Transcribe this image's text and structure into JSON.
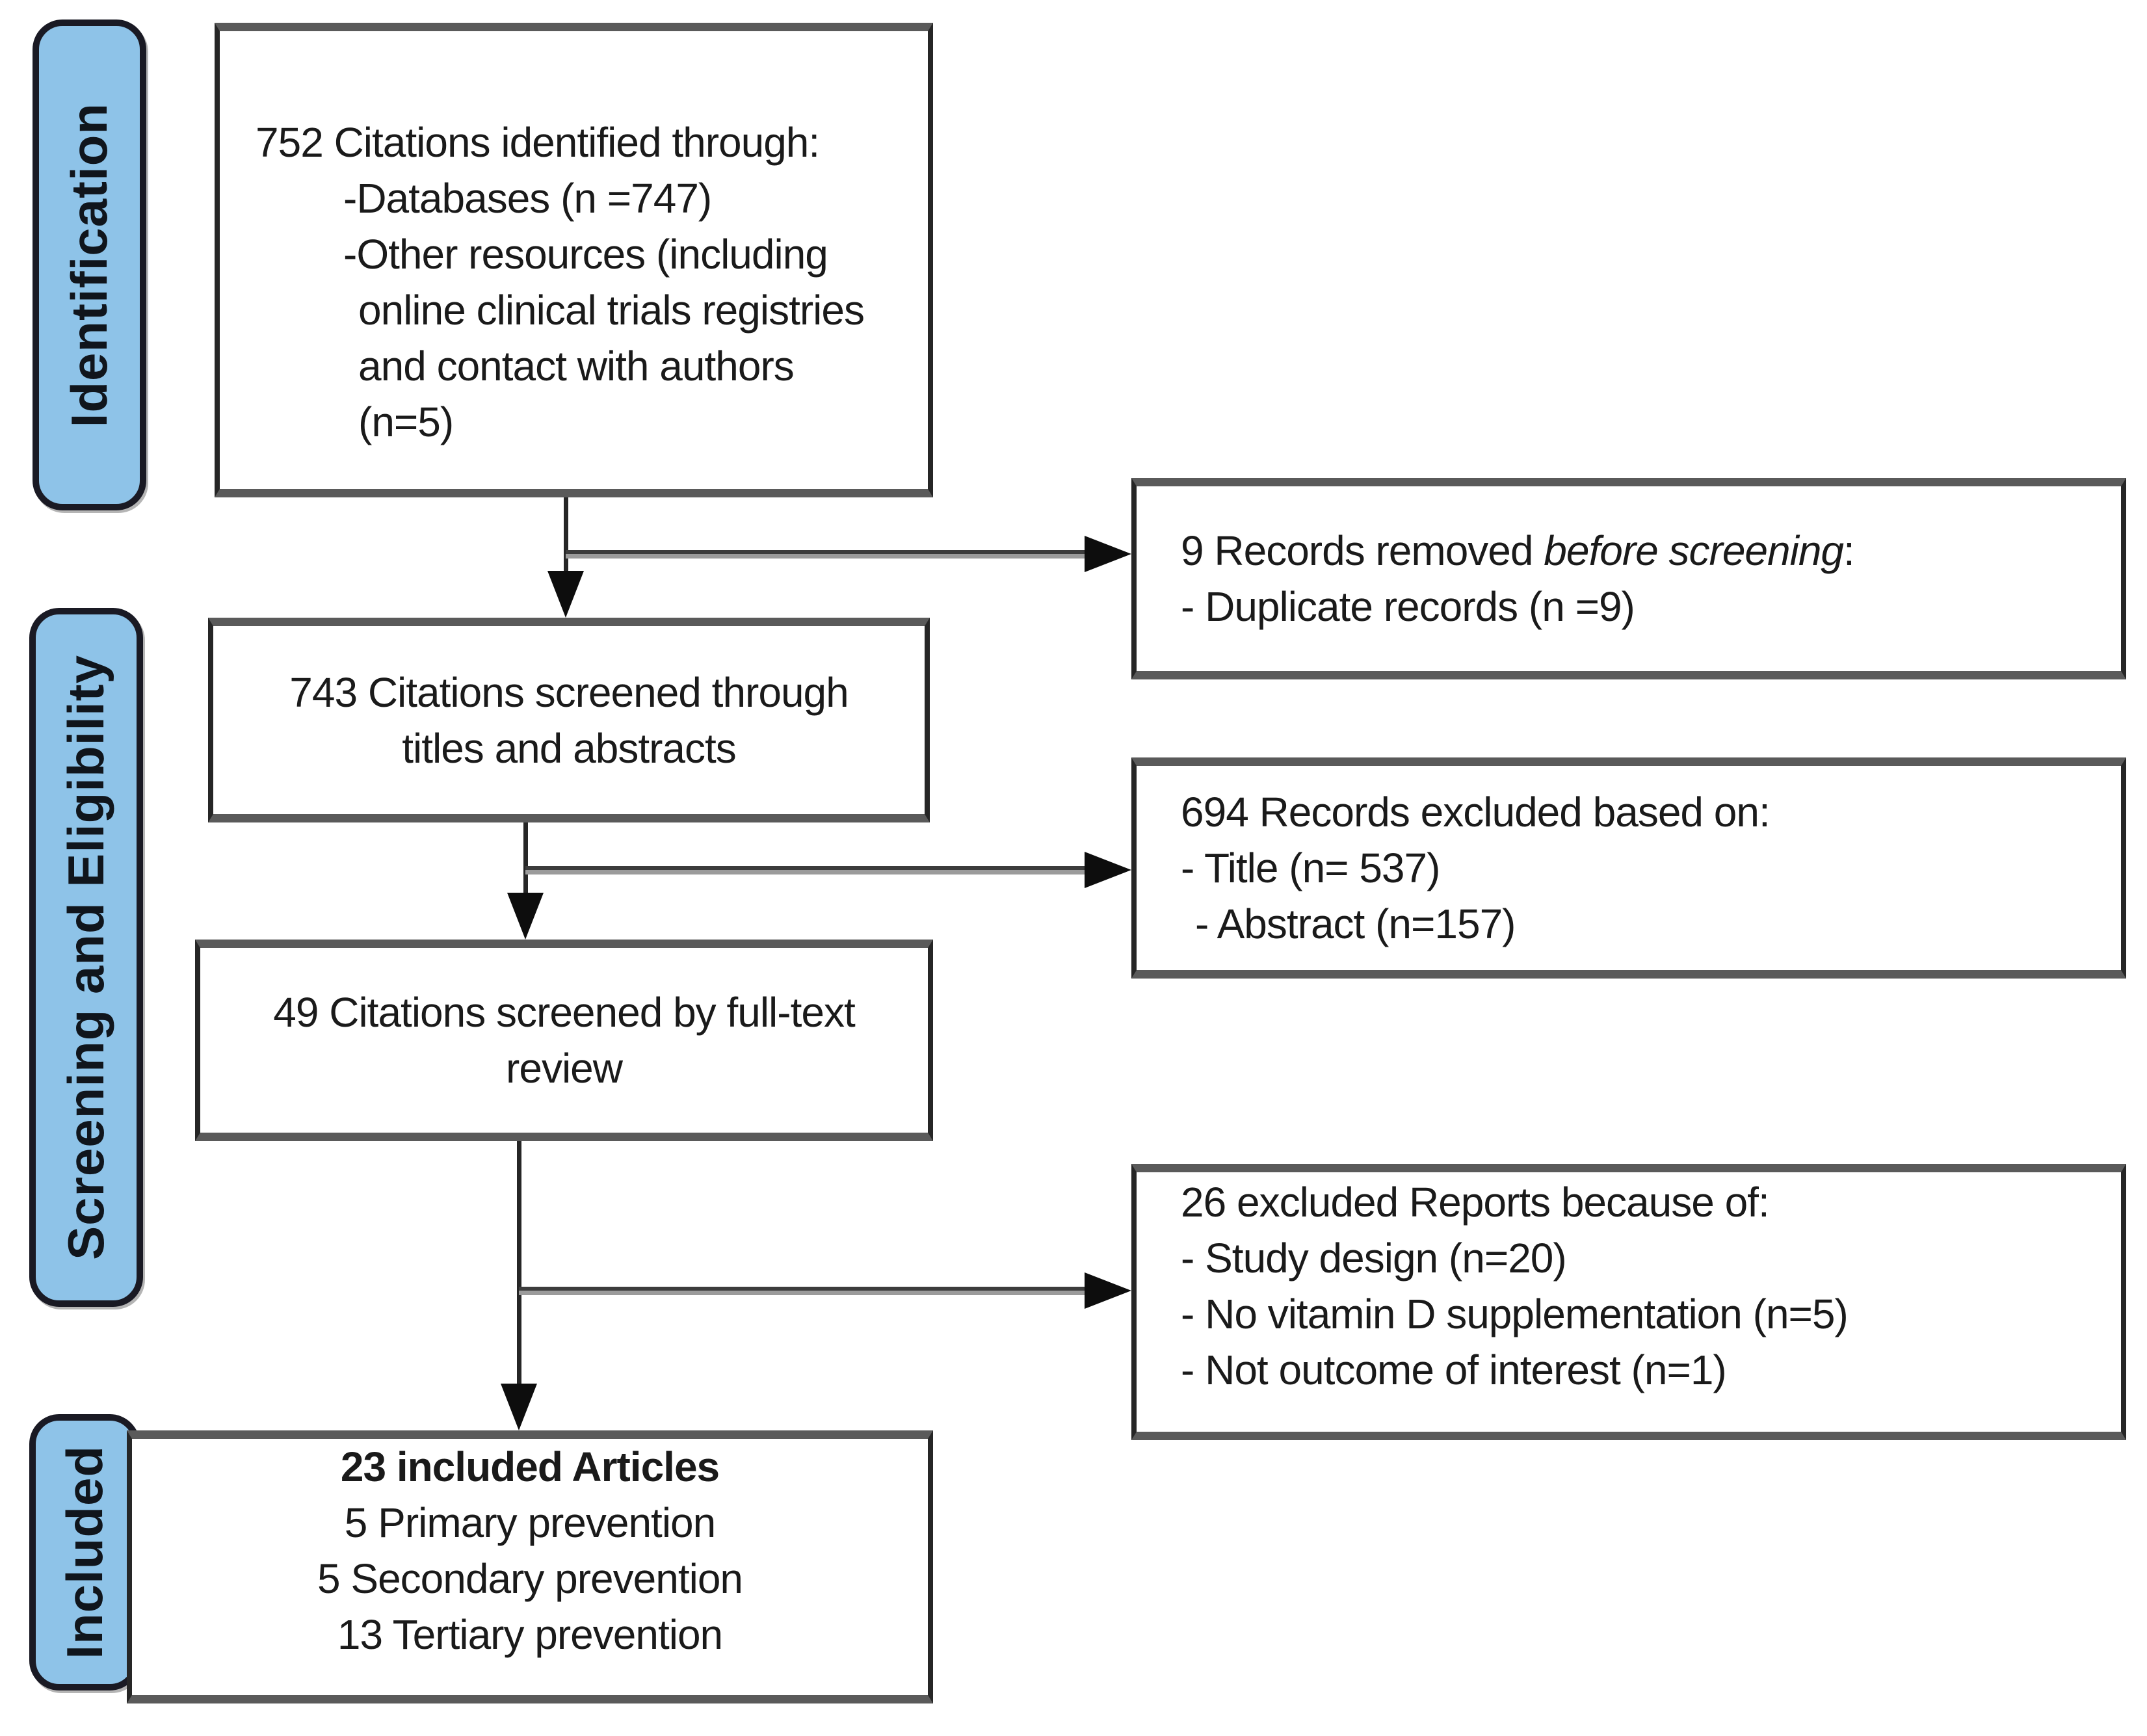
{
  "stages": {
    "identification": "Identification",
    "screening": "Screening and Eligibility",
    "included": "Included"
  },
  "boxes": {
    "identified": {
      "lines": [
        "752 Citations identified through:",
        "-Databases (n =747)",
        "-Other resources (including",
        "online clinical trials registries",
        "and contact with authors",
        "(n=5)"
      ]
    },
    "removed": {
      "intro_prefix": "9 Records removed ",
      "intro_italic": "before screening",
      "intro_suffix": ":",
      "item": "- Duplicate records (n =9)"
    },
    "screened_titles": {
      "lines": [
        "743 Citations screened through",
        "titles and abstracts"
      ]
    },
    "excluded_titles": {
      "lines": [
        "694 Records excluded based on:",
        "- Title (n= 537)",
        "- Abstract (n=157)"
      ]
    },
    "fulltext": {
      "lines": [
        "49 Citations screened by full-text",
        "review"
      ]
    },
    "excluded_fulltext": {
      "lines": [
        "26 excluded Reports because of:",
        "- Study design (n=20)",
        "- No vitamin D supplementation (n=5)",
        "- Not outcome of interest (n=1)"
      ]
    },
    "included_articles": {
      "lines": [
        "23 included Articles",
        "5 Primary prevention",
        "5 Secondary prevention",
        "13 Tertiary prevention"
      ]
    }
  },
  "colors": {
    "stage_fill": "#8EC3E8",
    "stage_border": "#1A1A24",
    "arrow": "#262626",
    "text": "#1A1A1A"
  }
}
